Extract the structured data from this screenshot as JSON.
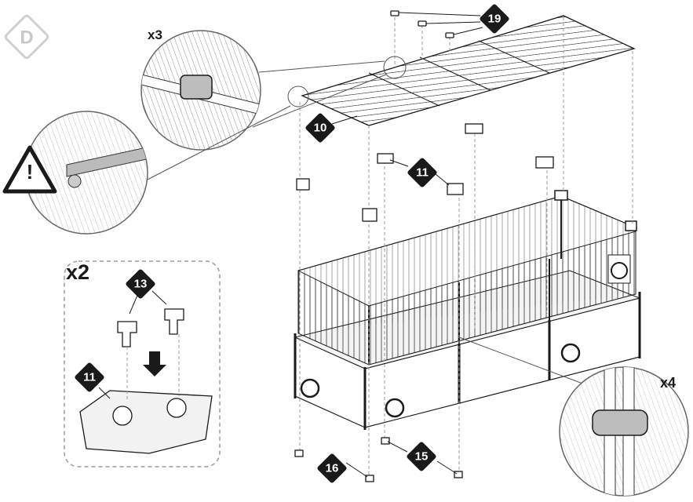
{
  "step_letter": "D",
  "warning_symbol": "!",
  "multipliers": {
    "top_clip": "x3",
    "inset_box": "x2",
    "side_clip": "x4"
  },
  "part_labels": {
    "p19": "19",
    "p10": "10",
    "p11_main": "11",
    "p13": "13",
    "p11_inset": "11",
    "p16": "16",
    "p15": "15"
  },
  "colors": {
    "ink": "#1a1a1a",
    "badge": "#1a1a1a",
    "panel": "#ffffff",
    "dash": "#9a9a9a",
    "step_badge": "#d0d0d0"
  }
}
